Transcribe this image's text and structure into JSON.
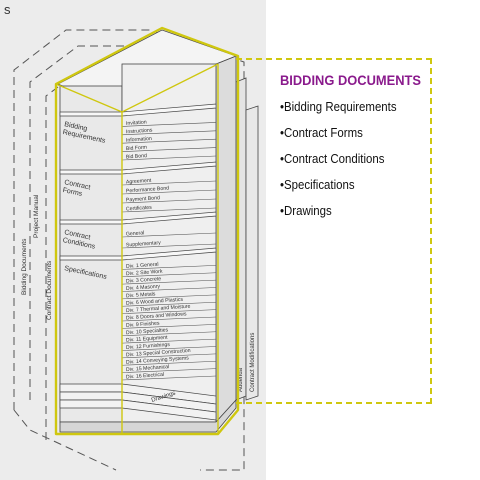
{
  "page_corner": {
    "text": "s"
  },
  "diagram": {
    "outer_labels": {
      "bidding_documents": "Bidding Documents",
      "project_manual": "Project Manual",
      "contract_documents": "Contract Documents",
      "addenda": "Addenda",
      "contract_modifications": "Contract Modifications"
    },
    "groups": [
      {
        "label": "Bidding Requirements",
        "sheets": [
          "Invitation",
          "Instructions",
          "Information",
          "Bid Form",
          "Bid Bond"
        ]
      },
      {
        "label": "Contract Forms",
        "sheets": [
          "Agreement",
          "Performance Bond",
          "Payment Bond",
          "Certificates"
        ]
      },
      {
        "label": "Contract Conditions",
        "sheets": [
          "General",
          "Supplementary"
        ]
      },
      {
        "label": "Specifications",
        "sheets": [
          "Div. 1 General",
          "Div. 2 Site Work",
          "Div. 3 Concrete",
          "Div. 4 Masonry",
          "Div. 5 Metals",
          "Div. 6 Wood and Plastics",
          "Div. 7 Thermal and Moisture",
          "Div. 8 Doors and Windows",
          "Div. 9 Finishes",
          "Div. 10 Specialties",
          "Div. 11 Equipment",
          "Div. 12 Furnishings",
          "Div. 13 Special Construction",
          "Div. 14 Conveying Systems",
          "Div. 15 Mechanical",
          "Div. 16 Electrical"
        ]
      }
    ],
    "drawings_label": "Drawings",
    "colors": {
      "highlight": "#cfc70f",
      "line": "#444444",
      "scan_bg": "#ececec"
    }
  },
  "callout": {
    "title": "BIDDING DOCUMENTS",
    "items": [
      "•Bidding Requirements",
      "•Contract Forms",
      "•Contract Conditions",
      "•Specifications",
      "•Drawings"
    ],
    "title_color": "#8a1a8c",
    "border_color": "#cfc70f"
  }
}
